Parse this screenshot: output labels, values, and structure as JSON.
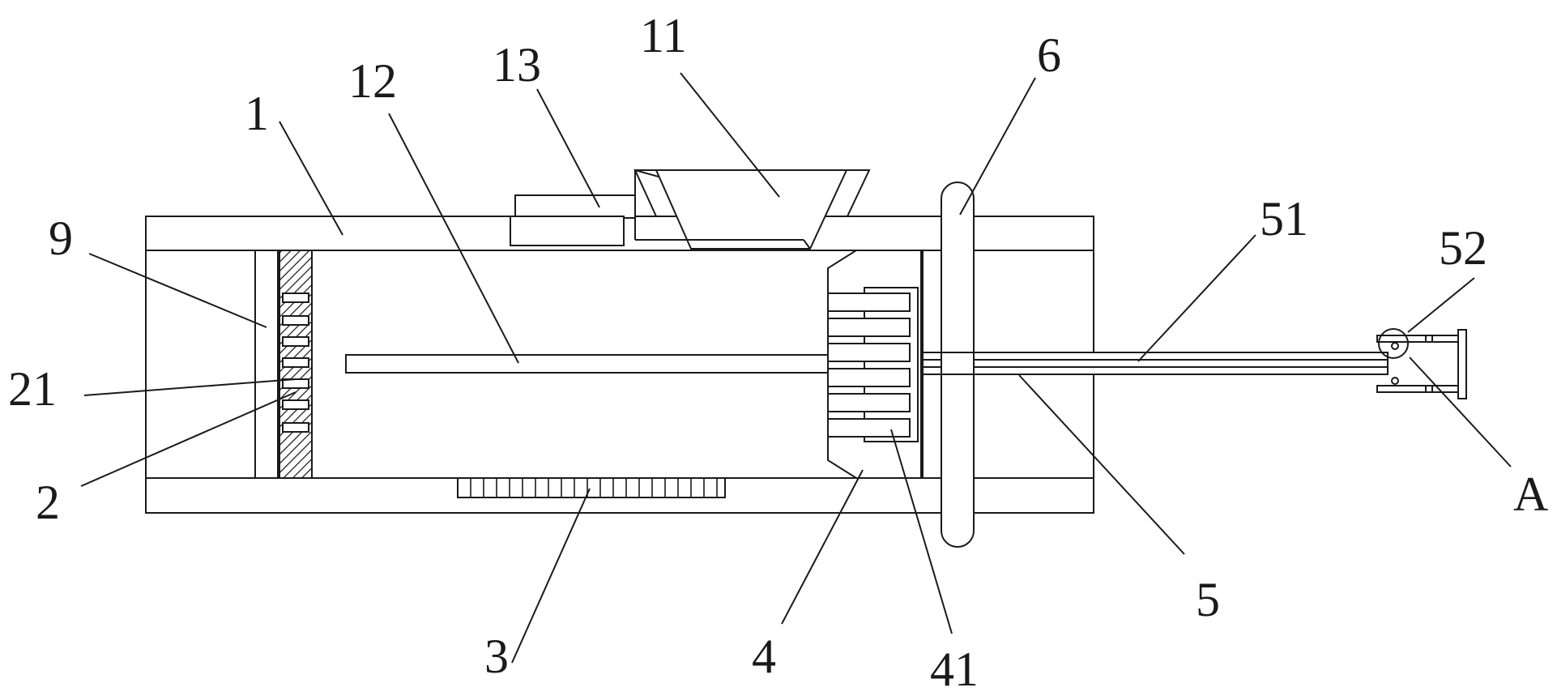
{
  "labels": {
    "n1": "1",
    "n12": "12",
    "n13": "13",
    "n11": "11",
    "n6": "6",
    "n9": "9",
    "n21": "21",
    "n2": "2",
    "n51": "51",
    "n52": "52",
    "nA": "A",
    "n5": "5",
    "n3": "3",
    "n4": "4",
    "n41": "41"
  }
}
